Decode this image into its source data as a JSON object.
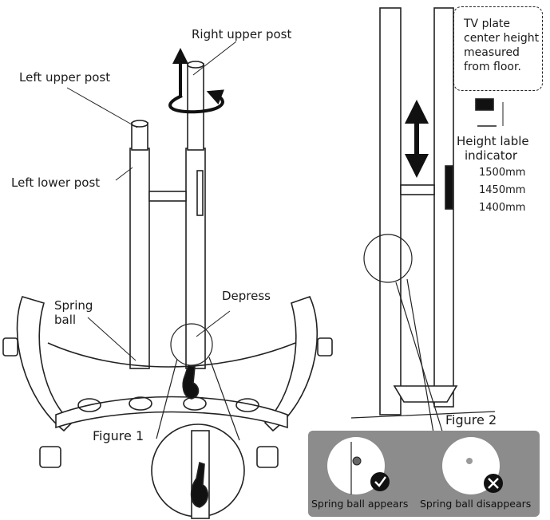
{
  "figure1": {
    "title": "Figure 1",
    "labels": {
      "right_upper_post": "Right upper post",
      "left_upper_post": "Left upper post",
      "left_lower_post": "Left lower post",
      "spring_ball_line1": "Spring",
      "spring_ball_line2": "ball",
      "depress": "Depress"
    }
  },
  "figure2": {
    "title": "Figure 2",
    "note_lines": [
      "TV plate",
      "center height",
      "measured",
      "from floor."
    ],
    "height_indicator_line1": "Height lable",
    "height_indicator_line2": "indicator",
    "heights": [
      "1500mm",
      "1450mm",
      "1400mm"
    ],
    "panel": {
      "bg_color": "#8c8c8c",
      "appears_label": "Spring ball appears",
      "disappears_label": "Spring ball disappears",
      "appears_icon": "check-icon",
      "disappears_icon": "cross-icon"
    }
  }
}
